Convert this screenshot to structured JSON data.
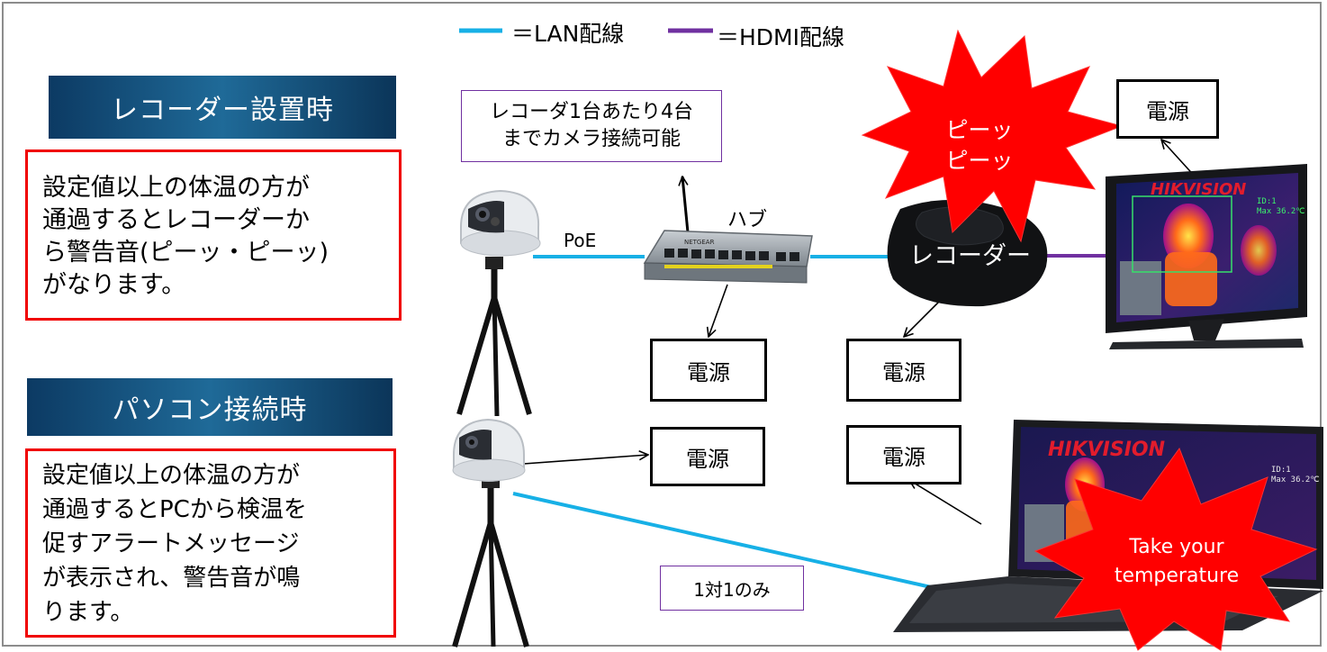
{
  "legend": {
    "lan": "＝LAN配線",
    "hdmi": "＝HDMI配線"
  },
  "colors": {
    "lan": "#17b0e6",
    "hdmi": "#7030a0",
    "alert_red": "#f00000",
    "banner_dark": "#0c3a63",
    "banner_light": "#1f6a98"
  },
  "recorder_section": {
    "title": "レコーダー設置時",
    "description": "設定値以上の体温の方が\n通過するとレコーダーか\nら警告音(ピーッ・ピーッ)\nがなります。"
  },
  "pc_section": {
    "title": "パソコン接続時",
    "description": "設定値以上の体温の方が\n通過するとPCから検温を\n促すアラートメッセージ\nが表示され、警告音が鳴\nります。"
  },
  "notes": {
    "recorder_capacity": "レコーダ1台あたり4台\nまでカメラ接続可能",
    "one_to_one": "1対1のみ"
  },
  "labels": {
    "poe": "PoE",
    "hub": "ハブ",
    "recorder": "レコーダー"
  },
  "power_label": "電源",
  "alerts": {
    "beep": "ピーッ\nピーッ",
    "take_temperature": "Take your\ntemperature"
  },
  "screen_brand": "HIKVISION",
  "screen_readout": "ID:1\nMax 36.2℃",
  "hub_brand": "NETGEAR"
}
